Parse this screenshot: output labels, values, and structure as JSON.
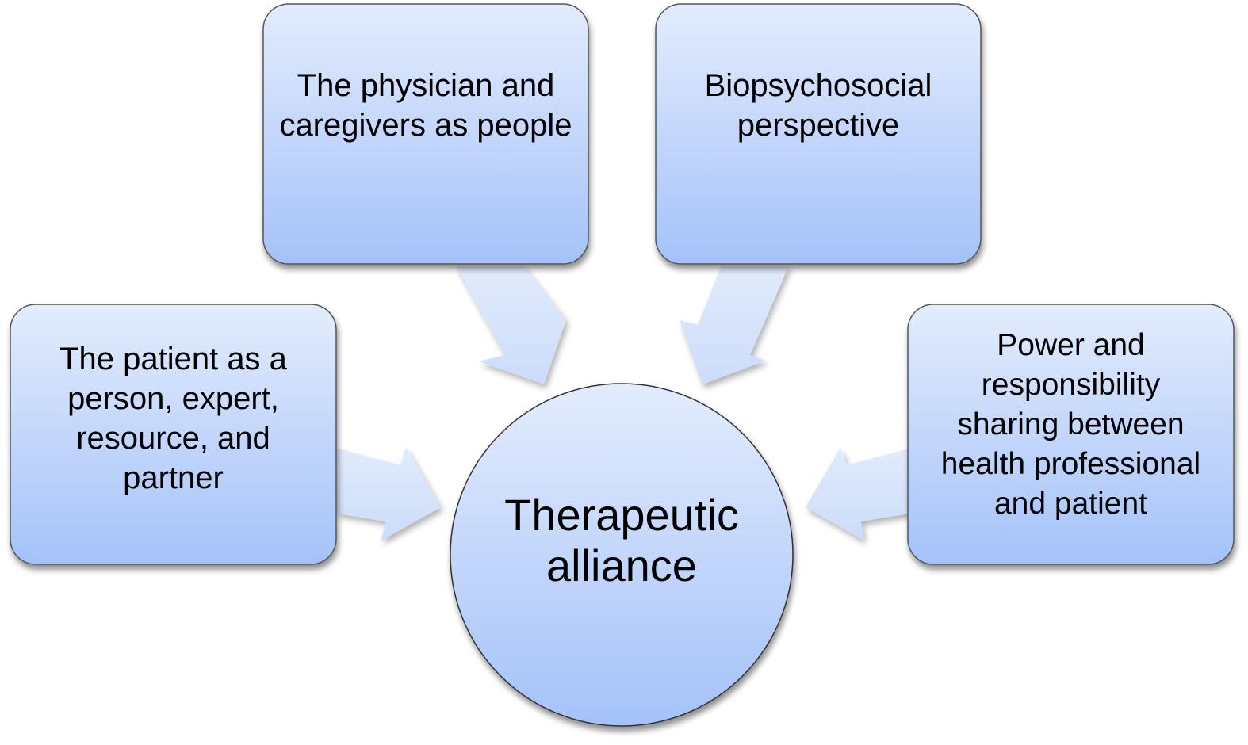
{
  "diagram": {
    "type": "hub-and-spoke",
    "center": {
      "label": "Therapeutic\nalliance"
    },
    "nodes": [
      {
        "id": "top-left",
        "label": "The physician and\ncaregivers as people"
      },
      {
        "id": "top-right",
        "label": "Biopsychosocial\nperspective"
      },
      {
        "id": "left",
        "label": "The patient as a\nperson, expert,\nresource, and\npartner"
      },
      {
        "id": "right",
        "label": "Power and\nresponsibility\nsharing between\nhealth professional\nand patient"
      }
    ],
    "edges": [
      {
        "from": "top-left",
        "to": "center"
      },
      {
        "from": "top-right",
        "to": "center"
      },
      {
        "from": "left",
        "to": "center"
      },
      {
        "from": "right",
        "to": "center"
      }
    ],
    "colors": {
      "fill_top": "#e3ecfd",
      "fill_bottom": "#a4c2f9",
      "arrow_top": "#e2ebfc",
      "arrow_bottom": "#cbdcf9",
      "outline": "#555555",
      "text": "#000000"
    }
  }
}
